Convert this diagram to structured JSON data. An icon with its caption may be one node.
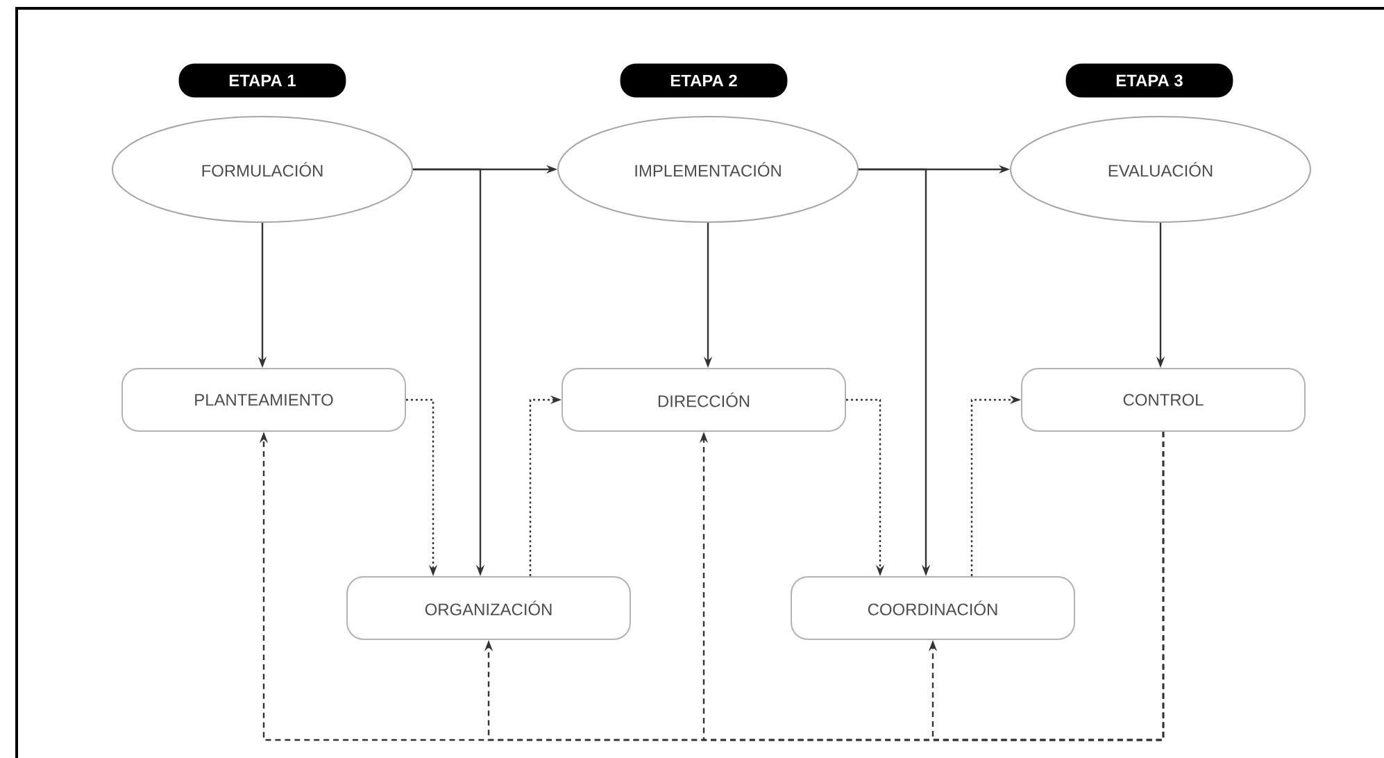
{
  "diagram": {
    "nodes": [
      {
        "text": [
          "ETAPA 1"
        ]
      },
      {
        "text": [
          "ETAPA 2"
        ]
      },
      {
        "text": [
          "ETAPA 3"
        ]
      },
      {
        "text": [
          "FORMULACIÓN"
        ]
      },
      {
        "text": [
          "IMPLEMENTACIÓN"
        ]
      },
      {
        "text": [
          "EVALUACIÓN"
        ]
      },
      {
        "text": [
          "PLANTEAMIENTO"
        ]
      },
      {
        "text": [
          "DIRECCIÓN"
        ]
      },
      {
        "text": [
          "CONTROL"
        ]
      },
      {
        "text": [
          "ORGANIZACIÓN"
        ]
      },
      {
        "text": [
          "COORDINACIÓN"
        ]
      }
    ],
    "edges": [
      {
        "from": 3,
        "to": 4,
        "arrow": "to"
      },
      {
        "from": 3,
        "to": 9,
        "arrow": "to"
      },
      {
        "from": 4,
        "to": 5,
        "arrow": "to"
      },
      {
        "from": 4,
        "to": 10,
        "arrow": "to"
      },
      {
        "from": 3,
        "to": 6,
        "arrow": "to"
      },
      {
        "from": 4,
        "to": 7,
        "arrow": "to"
      },
      {
        "from": 5,
        "to": 8,
        "arrow": "to"
      },
      {
        "from": 6,
        "to": 9,
        "arrow": "to",
        "style": "dashed"
      },
      {
        "from": 9,
        "to": 7,
        "arrow": "to",
        "style": "dashed"
      },
      {
        "from": 7,
        "to": 10,
        "arrow": "to",
        "style": "dashed"
      },
      {
        "from": 10,
        "to": 8,
        "arrow": "to",
        "style": "dashed"
      },
      {
        "from": 8,
        "to": 6,
        "arrow": "to",
        "style": "dashed"
      },
      {
        "from": 8,
        "to": 9,
        "arrow": "to",
        "style": "dashed"
      },
      {
        "from": 8,
        "to": 7,
        "arrow": "to",
        "style": "dashed"
      },
      {
        "from": 8,
        "to": 10,
        "arrow": "to",
        "style": "dashed"
      }
    ]
  }
}
